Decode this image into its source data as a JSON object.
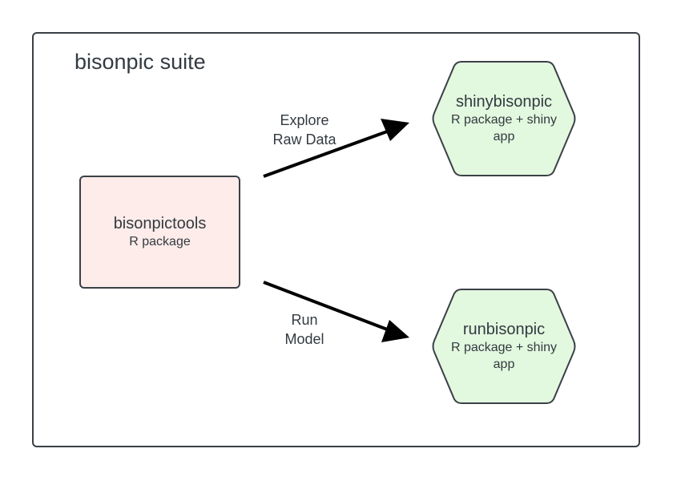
{
  "suite": {
    "title": "bisonpic suite"
  },
  "nodes": {
    "tools": {
      "title": "bisonpictools",
      "subtitle": "R package",
      "fill": "#fdecea"
    },
    "shiny": {
      "title": "shinybisonpic",
      "subtitle": "R package + shiny app",
      "fill": "#e2f8df"
    },
    "run": {
      "title": "runbisonpic",
      "subtitle": "R package + shiny app",
      "fill": "#e2f8df"
    }
  },
  "edges": {
    "explore": {
      "line1": "Explore",
      "line2": "Raw Data"
    },
    "model": {
      "line1": "Run",
      "line2": "Model"
    }
  },
  "colors": {
    "stroke": "#3b4047",
    "arrow": "#000000",
    "text": "#333a40"
  }
}
